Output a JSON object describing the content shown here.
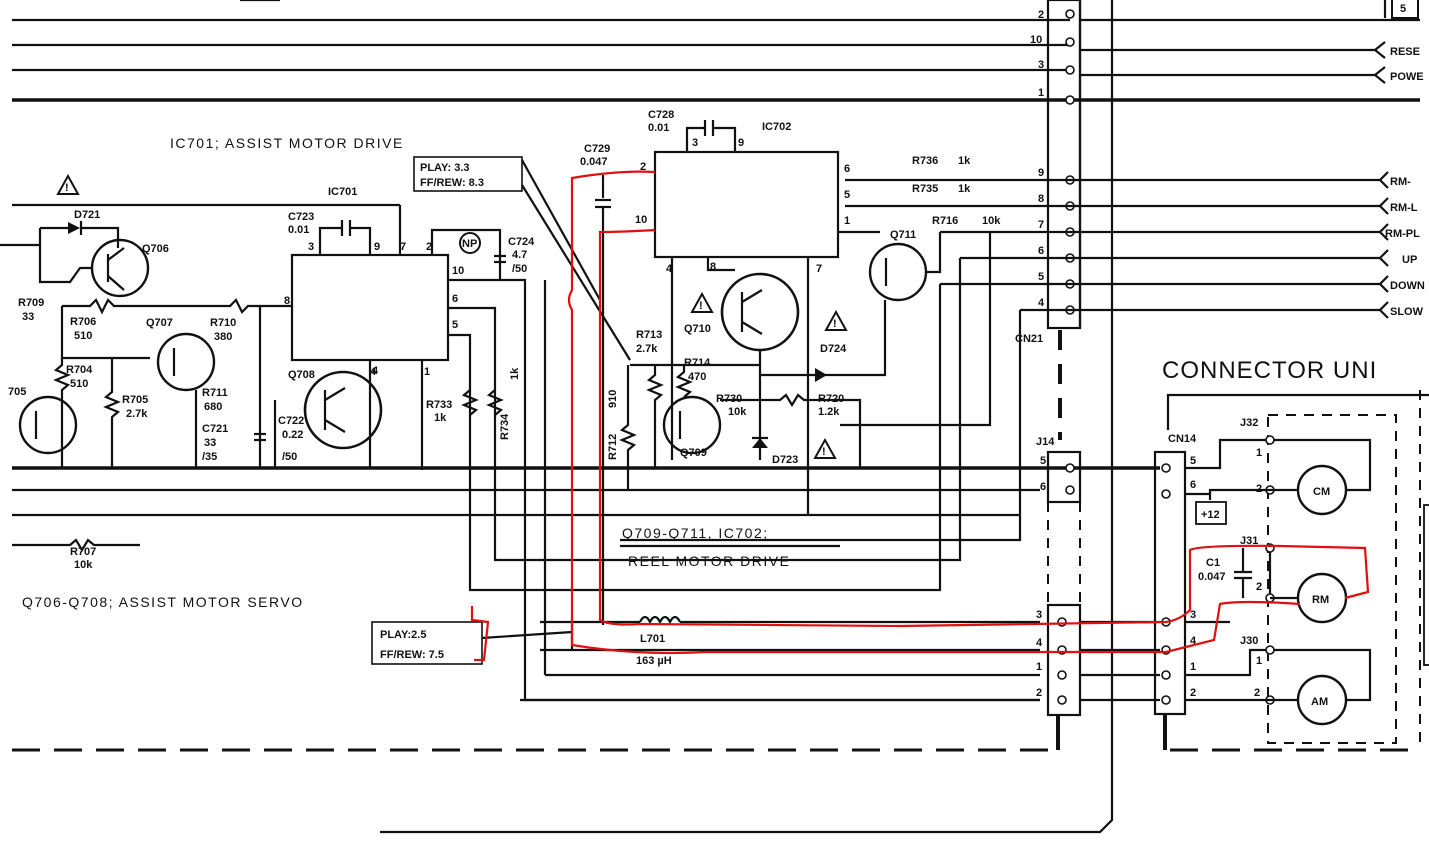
{
  "labels": {
    "ic701_title": "IC701; ASSIST MOTOR DRIVE",
    "ic701": "IC701",
    "ic702": "IC702",
    "q_group_reel": "Q709-Q711, IC702;",
    "reel_motor_drive": "REEL MOTOR DRIVE",
    "assist_servo": "Q706-Q708; ASSIST MOTOR SERVO",
    "connector_unit": "CONNECTOR UNI",
    "cn21": "CN21",
    "j14": "J14",
    "cn14": "CN14",
    "j32": "J32",
    "j31": "J31",
    "j30": "J30",
    "plus12": "+12",
    "page_num": "5",
    "np": "NP",
    "warn": "!"
  },
  "callouts": {
    "top": [
      "PLAY: 3.3",
      "FF/REW: 8.3"
    ],
    "bottom": [
      "PLAY:2.5",
      "FF/REW: 7.5"
    ]
  },
  "motors": [
    "CM",
    "RM",
    "AM"
  ],
  "signals": [
    "RESE",
    "POWE",
    "RM-",
    "RM-L",
    "RM-PL",
    "UP",
    "DOWN",
    "SLOW"
  ],
  "components": {
    "D721": "D721",
    "Q706": "Q706",
    "Q707": "Q707",
    "Q708": "Q708",
    "R709": "R709",
    "R709v": "33",
    "R706": "R706",
    "R706v": "510",
    "R710": "R710",
    "R710v": "380",
    "R704": "R704",
    "R704v": "510",
    "R705": "R705",
    "R705v": "2.7k",
    "R711": "R711",
    "R711v": "680",
    "C721": "C721",
    "C721a": "33",
    "C721b": "/35",
    "C722": "C722",
    "C722a": "0.22",
    "C722b": "/50",
    "C723": "C723",
    "C723v": "0.01",
    "C724": "C724",
    "C724a": "4.7",
    "C724b": "/50",
    "R733": "R733",
    "R733v": "1k",
    "R734": "R734",
    "R734v": "1k",
    "R707": "R707",
    "R707v": "10k",
    "Q705": "705",
    "C728": "C728",
    "C728v": "0.01",
    "C729": "C729",
    "C729v": "0.047",
    "R736": "R736",
    "R736v": "1k",
    "R735": "R735",
    "R735v": "1k",
    "R716": "R716",
    "R716v": "10k",
    "Q711": "Q711",
    "Q710": "Q710",
    "Q709": "Q709",
    "R713": "R713",
    "R713v": "2.7k",
    "R714": "R714",
    "R714v": "470",
    "R712": "R712",
    "R712v": "910",
    "R730": "R730",
    "R730v": "10k",
    "R720": "R720",
    "R720v": "1.2k",
    "D724": "D724",
    "D723": "D723",
    "L701": "L701",
    "L701v": "163 µH",
    "C1": "C1",
    "C1v": "0.047"
  },
  "pins": {
    "ic701": [
      "3",
      "9",
      "7",
      "2",
      "8",
      "10",
      "6",
      "5",
      "1",
      "4"
    ],
    "ic702": [
      "3",
      "9",
      "2",
      "10",
      "6",
      "5",
      "1",
      "4",
      "8",
      "7"
    ],
    "cn21": [
      "2",
      "10",
      "3",
      "1",
      "9",
      "8",
      "7",
      "6",
      "5",
      "4"
    ],
    "j14": [
      "5",
      "6",
      "3",
      "4",
      "1",
      "2"
    ],
    "cn14": [
      "5",
      "6",
      "3",
      "4",
      "1",
      "2"
    ],
    "motor_pins": [
      "1",
      "2"
    ]
  }
}
